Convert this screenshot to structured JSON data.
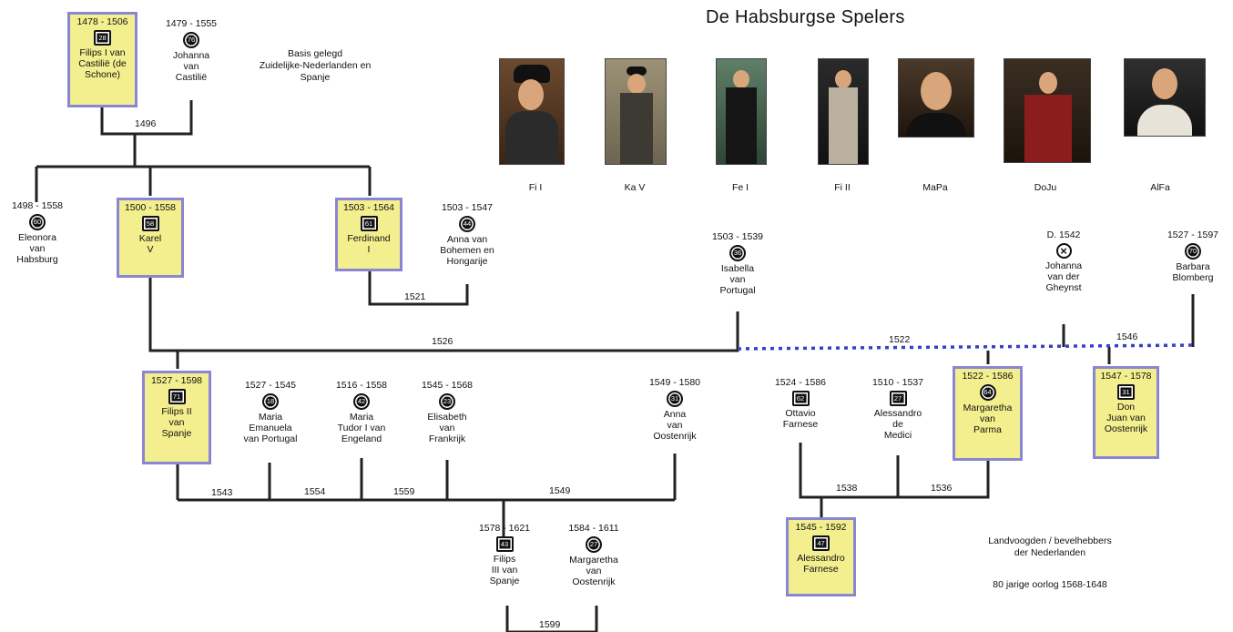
{
  "title": "De Habsburgse Spelers",
  "notes": {
    "basis": "Basis gelegd\nZuidelijke-Nederlanden en\nSpanje",
    "landvoogden": "Landvoogden / bevelhebbers\nder Nederlanden",
    "oorlog": "80 jarige oorlog 1568-1648"
  },
  "portraits": [
    {
      "caption": "Fi I"
    },
    {
      "caption": "Ka V"
    },
    {
      "caption": "Fe I"
    },
    {
      "caption": "Fi II"
    },
    {
      "caption": "MaPa"
    },
    {
      "caption": "DoJu"
    },
    {
      "caption": "AlFa"
    }
  ],
  "people": {
    "filips1": {
      "years": "1478 - 1506",
      "age": "28",
      "name": "Filips I van\nCastilië (de\nSchone)"
    },
    "johanna_castilie": {
      "years": "1479 - 1555",
      "age": "76",
      "name": "Johanna\nvan\nCastilië"
    },
    "eleonora": {
      "years": "1498 - 1558",
      "age": "60",
      "name": "Eleonora\nvan\nHabsburg"
    },
    "karel5": {
      "years": "1500 - 1558",
      "age": "58",
      "name": "Karel\nV"
    },
    "ferdinand1": {
      "years": "1503 - 1564",
      "age": "61",
      "name": "Ferdinand\nI"
    },
    "anna_bohemen": {
      "years": "1503 - 1547",
      "age": "44",
      "name": "Anna van\nBohemen en\nHongarije"
    },
    "isabella": {
      "years": "1503 - 1539",
      "age": "36",
      "name": "Isabella\nvan\nPortugal"
    },
    "johanna_gheynst": {
      "years": "D. 1542",
      "age": "",
      "name": "Johanna\nvan der\nGheynst"
    },
    "barbara": {
      "years": "1527 - 1597",
      "age": "70",
      "name": "Barbara\nBlomberg"
    },
    "filips2": {
      "years": "1527 - 1598",
      "age": "71",
      "name": "Filips II\nvan\nSpanje"
    },
    "maria_portugal": {
      "years": "1527 - 1545",
      "age": "18",
      "name": "Maria\nEmanuela\nvan Portugal"
    },
    "maria_tudor": {
      "years": "1516 - 1558",
      "age": "42",
      "name": "Maria\nTudor I van\nEngeland"
    },
    "elisabeth": {
      "years": "1545 - 1568",
      "age": "23",
      "name": "Elisabeth\nvan\nFrankrijk"
    },
    "anna_oostenrijk": {
      "years": "1549 - 1580",
      "age": "31",
      "name": "Anna\nvan\nOostenrijk"
    },
    "ottavio": {
      "years": "1524 - 1586",
      "age": "62",
      "name": "Ottavio\nFarnese"
    },
    "alessandro_medici": {
      "years": "1510 - 1537",
      "age": "27",
      "name": "Alessandro\nde\nMedici"
    },
    "margaretha_parma": {
      "years": "1522 - 1586",
      "age": "64",
      "name": "Margaretha\nvan\nParma"
    },
    "don_juan": {
      "years": "1547 - 1578",
      "age": "31",
      "name": "Don\nJuan van\nOostenrijk"
    },
    "filips3": {
      "years": "1578 - 1621",
      "age": "43",
      "name": "Filips\nIII van\nSpanje"
    },
    "margaretha_oostenrijk": {
      "years": "1584 - 1611",
      "age": "27",
      "name": "Margaretha\nvan\nOostenrijk"
    },
    "alessandro_farnese": {
      "years": "1545 - 1592",
      "age": "47",
      "name": "Alessandro\nFarnese"
    }
  },
  "years": {
    "y1496": "1496",
    "y1521": "1521",
    "y1526": "1526",
    "y1522": "1522",
    "y1546": "1546",
    "y1543": "1543",
    "y1554": "1554",
    "y1559": "1559",
    "y1549": "1549",
    "y1538": "1538",
    "y1536": "1536",
    "y1599": "1599"
  },
  "colors": {
    "ruler_fill": "#f4ef8e",
    "ruler_border": "#8a86d6",
    "dotted_line": "#3b3fc4"
  }
}
